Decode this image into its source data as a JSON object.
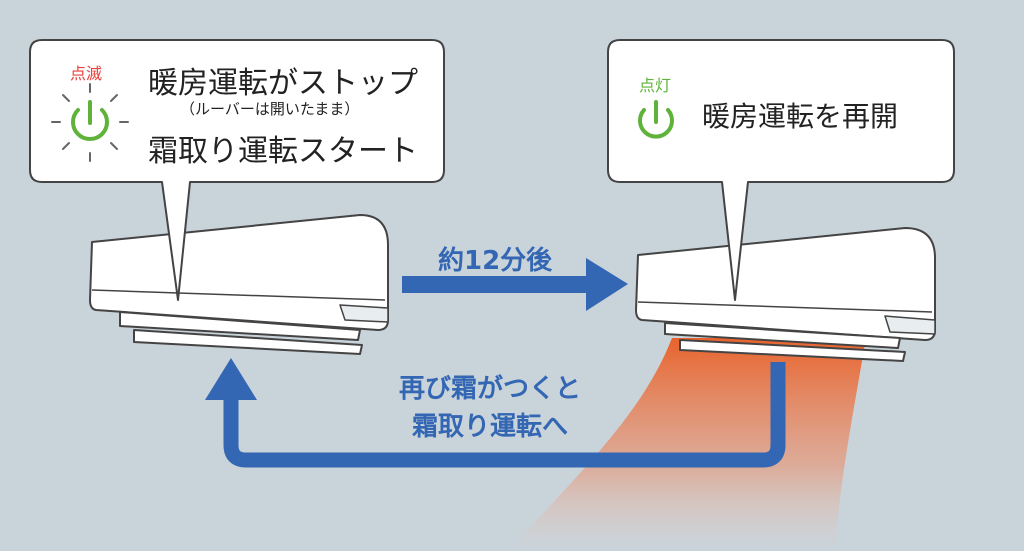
{
  "colors": {
    "background": "#c9d3da",
    "bubble": "#ffffff",
    "blink_red": "#e8413f",
    "power_green": "#5fb33a",
    "arrow_blue": "#3366b3",
    "warm_air": "#e8632c"
  },
  "left_bubble": {
    "indicator_label": "点滅",
    "indicator_icon": "power-blinking-icon",
    "line1": "暖房運転がストップ",
    "note": "（ルーバーは開いたまま）",
    "line2": "霜取り運転スタート"
  },
  "right_bubble": {
    "indicator_label": "点灯",
    "indicator_icon": "power-icon",
    "line1": "暖房運転を再開"
  },
  "forward_arrow": {
    "label": "約12分後"
  },
  "return_arrow": {
    "line1": "再び霜がつくと",
    "line2": "霜取り運転へ"
  }
}
